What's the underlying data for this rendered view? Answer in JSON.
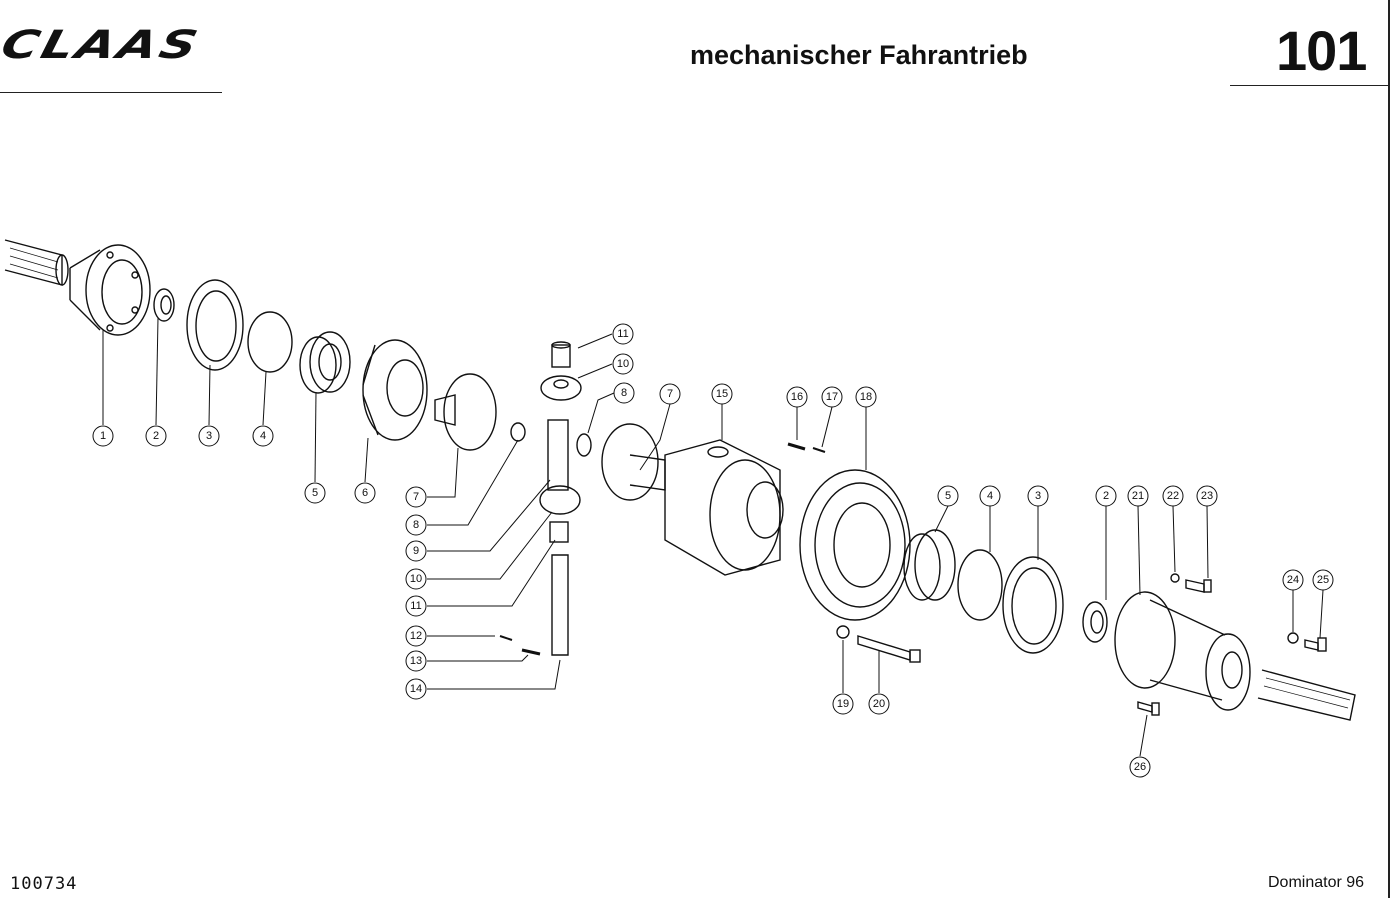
{
  "header": {
    "brand_logo": "CLAAS",
    "title": "mechanischer Fahrantrieb",
    "page_number": "101"
  },
  "footer": {
    "drawing_id": "100734",
    "model": "Dominator 96"
  },
  "callouts": [
    {
      "id": "c1",
      "label": "1"
    },
    {
      "id": "c2",
      "label": "2"
    },
    {
      "id": "c3",
      "label": "3"
    },
    {
      "id": "c4",
      "label": "4"
    },
    {
      "id": "c5",
      "label": "5"
    },
    {
      "id": "c6",
      "label": "6"
    },
    {
      "id": "c7",
      "label": "7"
    },
    {
      "id": "c8",
      "label": "8"
    },
    {
      "id": "c9",
      "label": "9"
    },
    {
      "id": "c10",
      "label": "10"
    },
    {
      "id": "c11",
      "label": "11"
    },
    {
      "id": "c12",
      "label": "12"
    },
    {
      "id": "c13",
      "label": "13"
    },
    {
      "id": "c14",
      "label": "14"
    },
    {
      "id": "c11t",
      "label": "11"
    },
    {
      "id": "c10t",
      "label": "10"
    },
    {
      "id": "c8t",
      "label": "8"
    },
    {
      "id": "c7t",
      "label": "7"
    },
    {
      "id": "c15",
      "label": "15"
    },
    {
      "id": "c16",
      "label": "16"
    },
    {
      "id": "c17",
      "label": "17"
    },
    {
      "id": "c18",
      "label": "18"
    },
    {
      "id": "c19",
      "label": "19"
    },
    {
      "id": "c20",
      "label": "20"
    },
    {
      "id": "c5r",
      "label": "5"
    },
    {
      "id": "c4r",
      "label": "4"
    },
    {
      "id": "c3r",
      "label": "3"
    },
    {
      "id": "c2r",
      "label": "2"
    },
    {
      "id": "c21",
      "label": "21"
    },
    {
      "id": "c22",
      "label": "22"
    },
    {
      "id": "c23",
      "label": "23"
    },
    {
      "id": "c24",
      "label": "24"
    },
    {
      "id": "c25",
      "label": "25"
    },
    {
      "id": "c26",
      "label": "26"
    }
  ]
}
